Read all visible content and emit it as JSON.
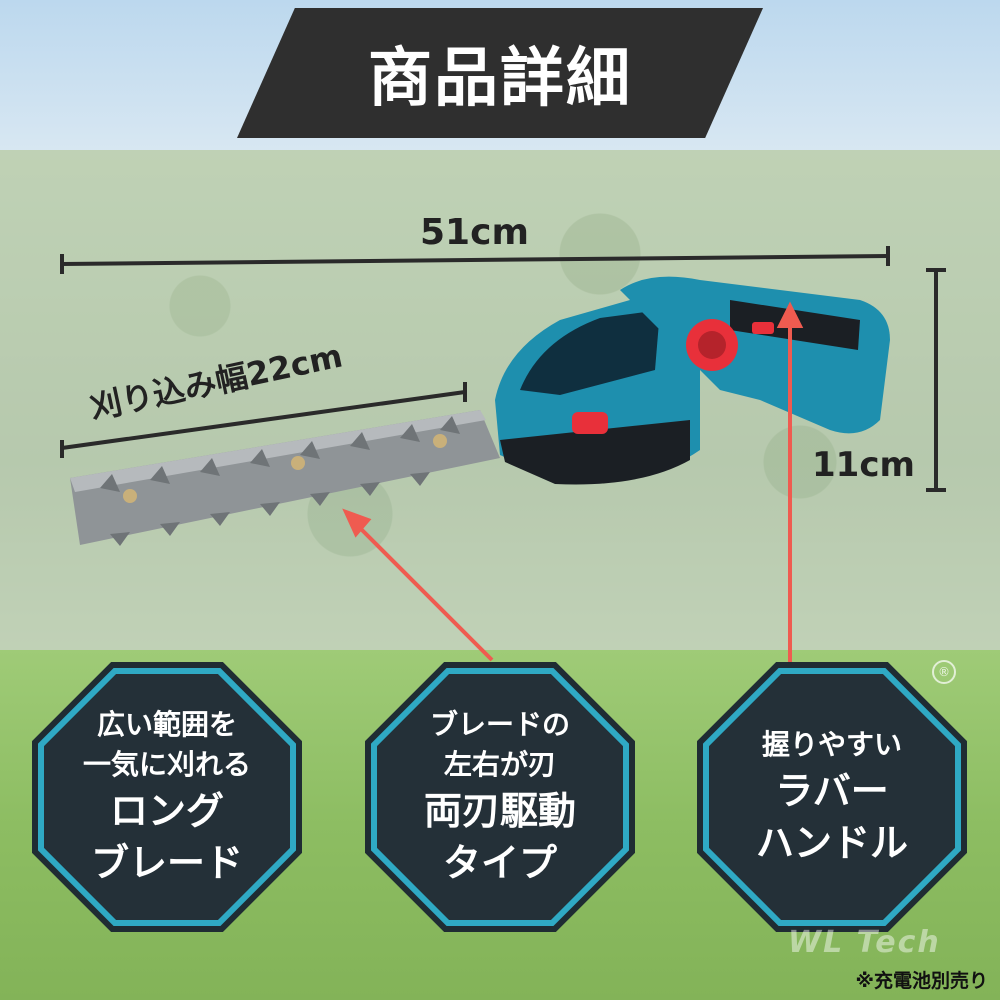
{
  "banner": {
    "title": "商品詳細"
  },
  "dimensions": {
    "length": "51cm",
    "height": "11cm",
    "cutting_width": "刈り込み幅22cm"
  },
  "features": [
    {
      "lines": [
        "広い範囲を",
        "一気に刈れる",
        "ロング",
        "ブレード"
      ]
    },
    {
      "lines": [
        "ブレードの",
        "左右が刃",
        "両刃駆動",
        "タイプ"
      ]
    },
    {
      "lines": [
        "握りやすい",
        "ラバー",
        "ハンドル"
      ]
    }
  ],
  "note": "※充電池別売り",
  "watermark": "WL Tech",
  "registered_mark": "®",
  "colors": {
    "banner": "#2f2f2f",
    "octagon_border": "#2fa9c4",
    "octagon_fill": "#243038",
    "tool_body": "#1e8fae",
    "accent_red": "#e8303a",
    "arrow": "#ef5b50"
  }
}
